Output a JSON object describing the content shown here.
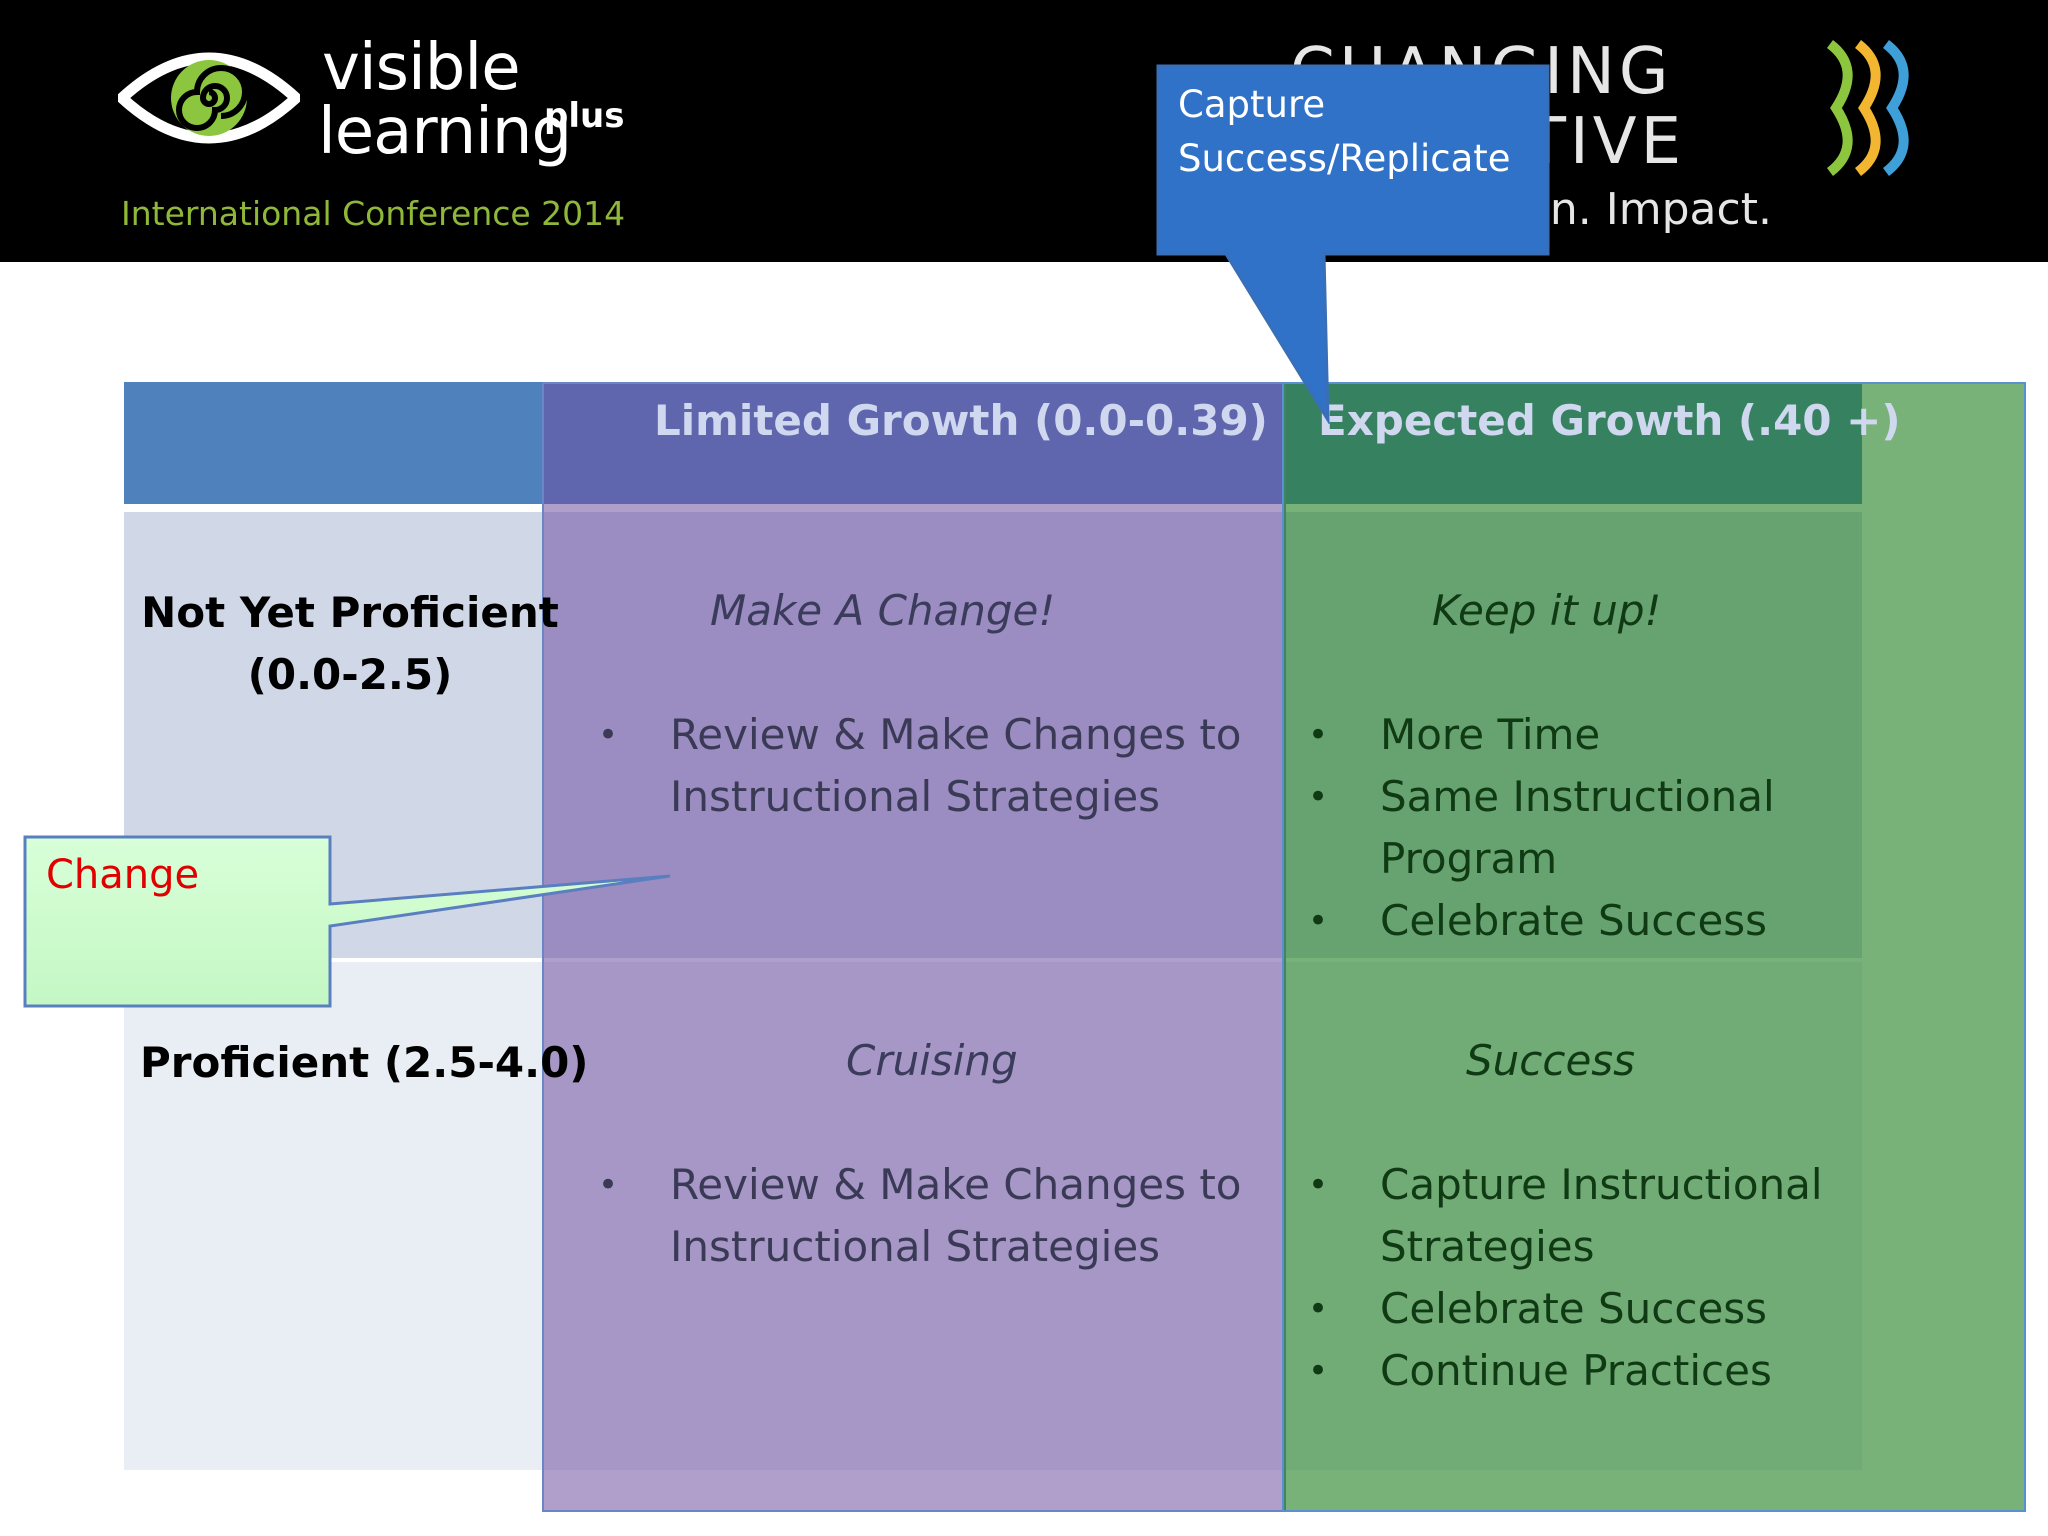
{
  "header": {
    "logo_line1": "visible",
    "logo_line2": "learning",
    "logo_plus": "plus",
    "conference": "International Conference 2014",
    "changing": "CHANGING",
    "narrative": "NARRATIVE",
    "tagline": "Action. Impact."
  },
  "table": {
    "col_limited": "Limited Growth (0.0-0.39)",
    "col_expected": "Expected Growth (.40 +)",
    "row_not_proficient": "Not Yet Proficient (0.0-2.5)",
    "row_proficient": "Proficient (2.5-4.0)",
    "make_change": {
      "title": "Make A Change!",
      "items": [
        "Review & Make Changes to Instructional Strategies"
      ]
    },
    "keep_it_up": {
      "title": "Keep it up!",
      "items": [
        "More Time",
        "Same Instructional Program",
        "Celebrate Success"
      ]
    },
    "cruising": {
      "title": "Cruising",
      "items": [
        "Review & Make Changes to Instructional Strategies"
      ]
    },
    "success": {
      "title": "Success",
      "items": [
        "Capture Instructional Strategies",
        "Celebrate Success",
        "Continue Practices"
      ]
    }
  },
  "callouts": {
    "capture": "Capture Success/Replicate",
    "change": "Change"
  },
  "colors": {
    "header_blue": "#4f81bd",
    "purple_overlay": "#7b5ea8",
    "green_overlay": "#2e8b2e",
    "callout_blue": "#2f72c8",
    "callout_green": "#ccffcc",
    "change_red": "#e00000"
  }
}
